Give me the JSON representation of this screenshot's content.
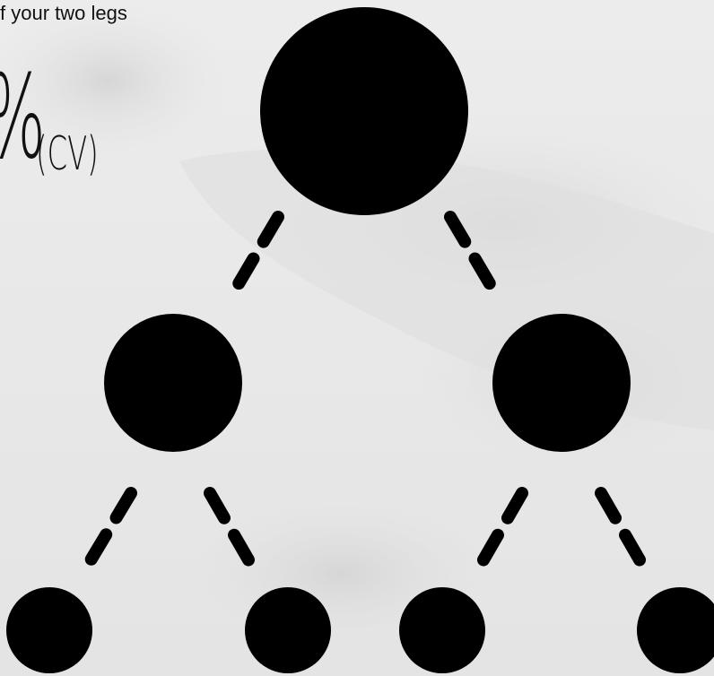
{
  "caption": "f your two legs",
  "stat": {
    "value": "%",
    "unit": "(CV)"
  },
  "colors": {
    "node": "#000000",
    "background": "#e9e9e9",
    "text": "#111111"
  },
  "tree": {
    "nodes": [
      {
        "id": "root",
        "level": 0
      },
      {
        "id": "left",
        "level": 1,
        "parent": "root"
      },
      {
        "id": "right",
        "level": 1,
        "parent": "root"
      },
      {
        "id": "left-left",
        "level": 2,
        "parent": "left"
      },
      {
        "id": "left-right",
        "level": 2,
        "parent": "left"
      },
      {
        "id": "right-left",
        "level": 2,
        "parent": "right"
      },
      {
        "id": "right-right",
        "level": 2,
        "parent": "right"
      }
    ]
  }
}
